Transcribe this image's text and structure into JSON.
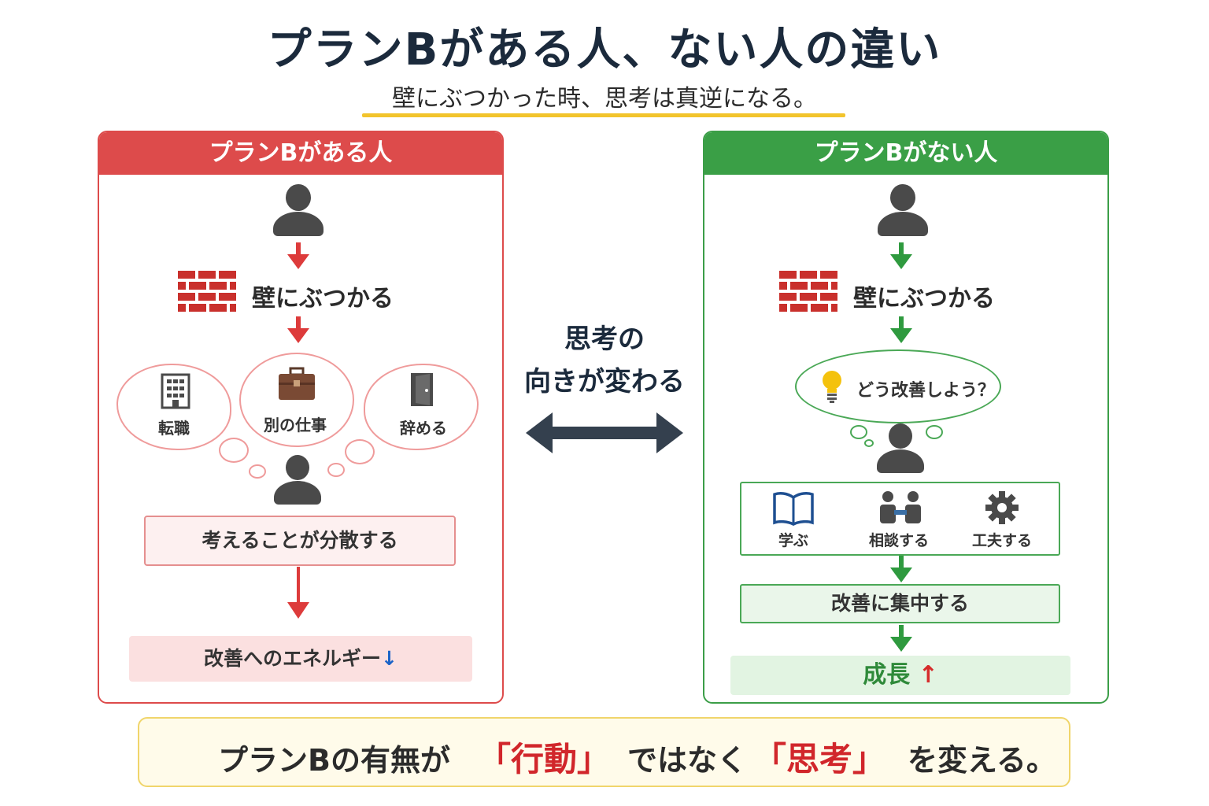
{
  "title": "プランBがある人、ない人の違い",
  "subtitle": "壁にぶつかった時、思考は真逆になる。",
  "colors": {
    "left_accent": "#dd4b4b",
    "right_accent": "#3a9f46",
    "underline": "#f2c42c",
    "dark": "#1b2a3c"
  },
  "left": {
    "header": "プランBがある人",
    "wall_label": "壁にぶつかる",
    "options": [
      {
        "label": "転職",
        "icon": "building-icon"
      },
      {
        "label": "別の仕事",
        "icon": "briefcase-icon"
      },
      {
        "label": "辞める",
        "icon": "door-icon"
      }
    ],
    "disperse": "考えることが分散する",
    "energy": "改善へのエネルギー",
    "energy_arrow": "↓"
  },
  "center": {
    "line1": "思考の",
    "line2": "向きが変わる"
  },
  "right": {
    "header": "プランBがない人",
    "wall_label": "壁にぶつかる",
    "thought": "どう改善しよう？",
    "actions": [
      {
        "label": "学ぶ",
        "icon": "book-icon"
      },
      {
        "label": "相談する",
        "icon": "people-icon"
      },
      {
        "label": "工夫する",
        "icon": "gear-icon"
      }
    ],
    "focus": "改善に集中する",
    "growth": "成長",
    "growth_arrow": "↑"
  },
  "banner": {
    "part1": "プランBの有無が",
    "part2": "「行動」",
    "part3": "ではなく",
    "part4": "「思考」",
    "part5": "を変える。"
  }
}
